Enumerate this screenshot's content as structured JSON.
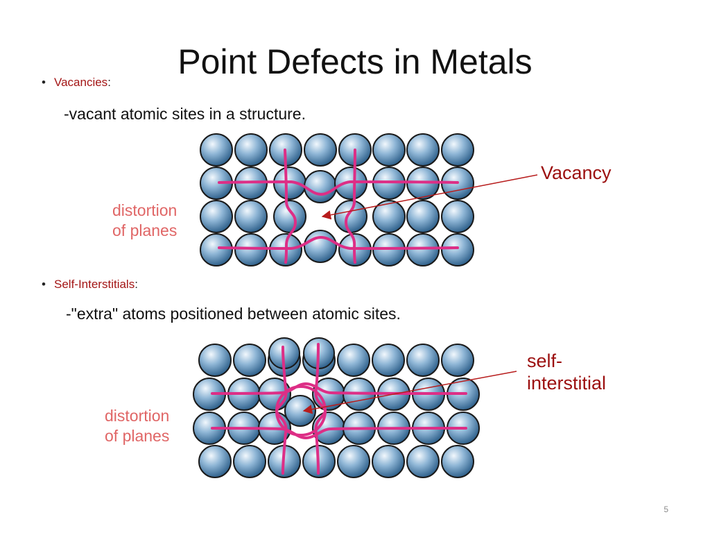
{
  "title": "Point Defects in Metals",
  "vacancies": {
    "bullet": "•",
    "term": "Vacancies",
    "colon": ":",
    "description": "-vacant atomic sites in a structure.",
    "callout": "Vacancy",
    "distortion_line1": "distortion",
    "distortion_line2": "of planes"
  },
  "interstitials": {
    "bullet": "•",
    "term": "Self-Interstitials",
    "colon": ":",
    "description": "-\"extra\" atoms positioned between atomic sites.",
    "callout_line1": "self-",
    "callout_line2": "interstitial",
    "distortion_line1": "distortion",
    "distortion_line2": "of planes"
  },
  "slide_number": "5",
  "colors": {
    "atom_fill": "#7fa9cc",
    "atom_stroke": "#1a1a1a",
    "plane_line": "#dd2e86",
    "accent_red": "#9c1010",
    "distortion_label": "#e06666",
    "arrow": "#b71c1c"
  }
}
